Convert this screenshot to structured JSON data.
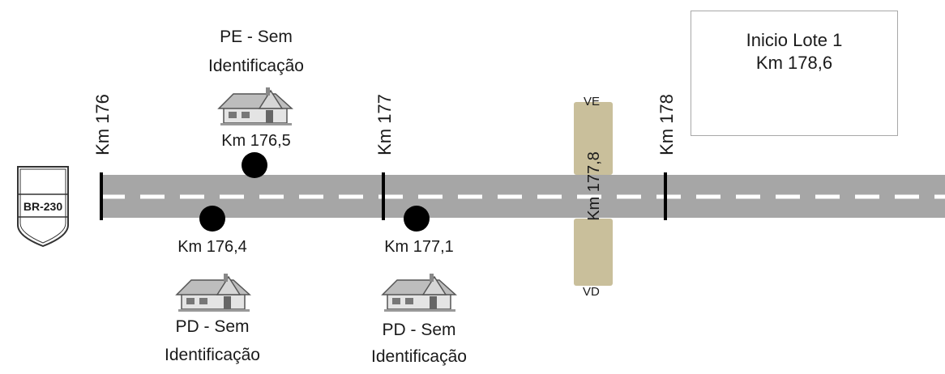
{
  "shield_text": "BR-230",
  "km_markers": [
    "Km 176",
    "Km 177",
    "Km 178"
  ],
  "lote_box": {
    "line1": "Inicio Lote 1",
    "line2": "Km 178,6"
  },
  "points": [
    {
      "km": "Km 176,5",
      "side_line1": "PE - Sem",
      "side_line2": "Identificação"
    },
    {
      "km": "Km 176,4",
      "side_line1": "PD - Sem",
      "side_line2": "Identificação"
    },
    {
      "km": "Km 177,1",
      "side_line1": "PD - Sem",
      "side_line2": "Identificação"
    }
  ],
  "crossing": {
    "km": "Km 177,8",
    "top": "VE",
    "bottom": "VD"
  },
  "colors": {
    "road": "#a6a6a6",
    "crossing": "#c9bf9b",
    "marker": "#000000",
    "dash": "#ffffff"
  }
}
